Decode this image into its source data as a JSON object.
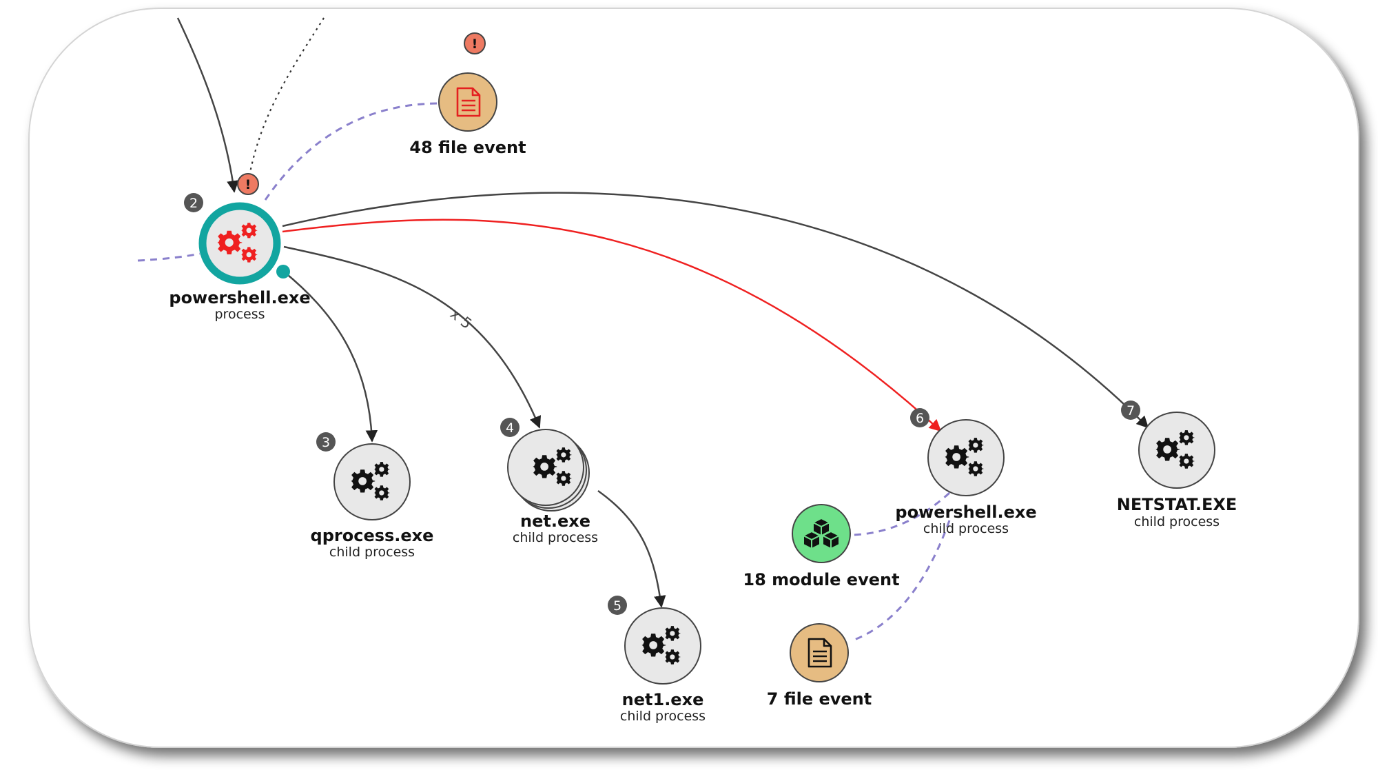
{
  "colors": {
    "node_fill": "#e8e8e8",
    "node_stroke": "#444444",
    "selected_ring": "#12a5a0",
    "alert_fill": "#ee7a62",
    "file_fill": "#e6bc82",
    "module_fill": "#6ee08a",
    "red_edge": "#ef2020",
    "dashed_edge": "#8a80cc",
    "edge": "#4a4a4a"
  },
  "nodes": {
    "root_process": {
      "title": "powershell.exe",
      "subtitle": "process",
      "badge": "2",
      "icon": "gears-icon"
    },
    "file_event_48": {
      "title": "48 file event",
      "icon": "file-icon"
    },
    "qprocess": {
      "title": "qprocess.exe",
      "subtitle": "child process",
      "badge": "3",
      "icon": "gears-icon"
    },
    "net": {
      "title": "net.exe",
      "subtitle": "child process",
      "badge": "4",
      "icon": "gears-icon"
    },
    "net1": {
      "title": "net1.exe",
      "subtitle": "child process",
      "badge": "5",
      "icon": "gears-icon"
    },
    "child_powershell": {
      "title": "powershell.exe",
      "subtitle": "child process",
      "badge": "6",
      "icon": "gears-icon"
    },
    "netstat": {
      "title": "NETSTAT.EXE",
      "subtitle": "child process",
      "badge": "7",
      "icon": "gears-icon"
    },
    "module_event_18": {
      "title": "18 module event",
      "icon": "modules-icon"
    },
    "file_event_7": {
      "title": "7 file event",
      "icon": "file-icon"
    }
  },
  "edges": {
    "net_multiplier": "x 5"
  },
  "alerts": {
    "symbol": "!"
  }
}
